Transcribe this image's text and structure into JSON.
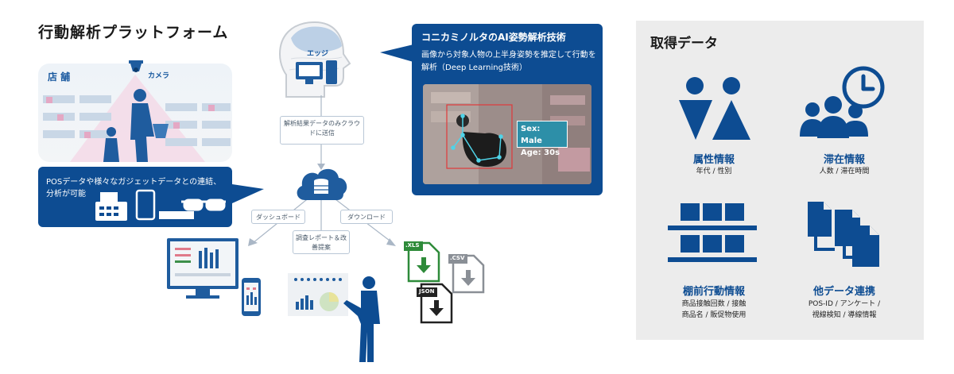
{
  "title": "行動解析プラットフォーム",
  "store": {
    "label": "店 舗",
    "camera_label": "カメラ"
  },
  "pos": {
    "text": "POSデータや様々なガジェットデータとの連結、分析が可能"
  },
  "edge": {
    "label": "エッジ"
  },
  "flow": {
    "send_label": "解析結果データのみクラウドに送信",
    "dashboard_label": "ダッシュボード",
    "download_label": "ダウンロード",
    "report_label": "調査レポート＆改善提案"
  },
  "ai": {
    "title": "コニカミノルタのAI姿勢解析技術",
    "description": "画像から対象人物の上半身姿勢を推定して行動を解析（Deep Learning技術）",
    "sex": "Sex: Male",
    "age": "Age: 30s"
  },
  "files": {
    "xls": ".XLS",
    "csv": ".CSV",
    "json": "JSON"
  },
  "acquired": {
    "title": "取得データ",
    "categories": [
      {
        "icon": "gender-icon",
        "title": "属性情報",
        "sub": "年代 / 性別"
      },
      {
        "icon": "people-clock-icon",
        "title": "滞在情報",
        "sub": "人数 / 滞在時間"
      },
      {
        "icon": "shelf-icon",
        "title": "棚前行動情報",
        "sub_1": "商品接触回数 / 接触",
        "sub_2": "商品名 / 販促物使用"
      },
      {
        "icon": "documents-icon",
        "title": "他データ連携",
        "sub_1": "POS-ID / アンケート /",
        "sub_2": "視線検知 / 導線情報"
      }
    ]
  },
  "colors": {
    "brand": "#0d4c92",
    "accent": "#1a5aa0",
    "panel": "#ececec",
    "green": "#2e8b3a"
  }
}
